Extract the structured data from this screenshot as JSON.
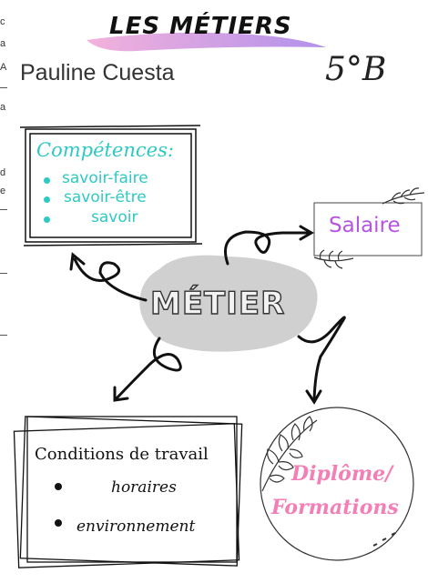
{
  "header": {
    "title": "LES MÉTIERS",
    "author": "Pauline Cuesta",
    "class_label": "5°B"
  },
  "margin_fragments": [
    "c",
    "a",
    "A",
    "a",
    "d",
    "e"
  ],
  "center": {
    "label": "MÉTIER"
  },
  "skills": {
    "title": "Compétences:",
    "items": [
      "savoir-faire",
      "savoir-être",
      "savoir"
    ]
  },
  "salary": {
    "label": "Salaire"
  },
  "conditions": {
    "title": "Conditions de travail",
    "items": [
      "horaires",
      "environnement"
    ]
  },
  "diploma": {
    "line1": "Diplôme/",
    "line2": "Formations"
  },
  "colors": {
    "teal": "#2ec9c5",
    "purple": "#b655e0",
    "pink": "#f27fb6",
    "title_highlight": "#b78ae6"
  }
}
